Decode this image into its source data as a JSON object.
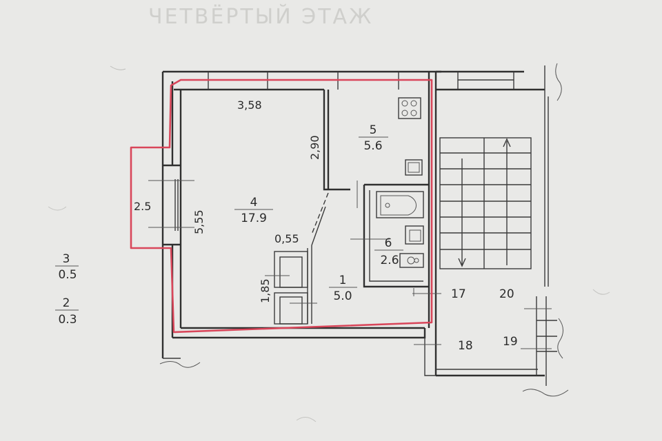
{
  "plan": {
    "header_text": "ЧЕТВЁРТЫЙ ЭТАЖ",
    "colors": {
      "paper": "#e9e9e7",
      "ink": "#2f2f2f",
      "outline": "#d9465a"
    },
    "rooms": [
      {
        "number": "4",
        "area": "17.9"
      },
      {
        "number": "5",
        "area": "5.6"
      },
      {
        "number": "1",
        "area": "5.0"
      },
      {
        "number": "6",
        "area": "2.6"
      }
    ],
    "dimensions": {
      "d358": "3,58",
      "d290": "2,90",
      "d555": "5,55",
      "d25": "2.5",
      "d055": "0,55",
      "d185": "1,85"
    },
    "side_notes": [
      {
        "number": "3",
        "area": "0.5"
      },
      {
        "number": "2",
        "area": "0.3"
      }
    ],
    "neighbor_labels": {
      "n17": "17",
      "n20": "20",
      "n18": "18",
      "n19": "19"
    }
  }
}
